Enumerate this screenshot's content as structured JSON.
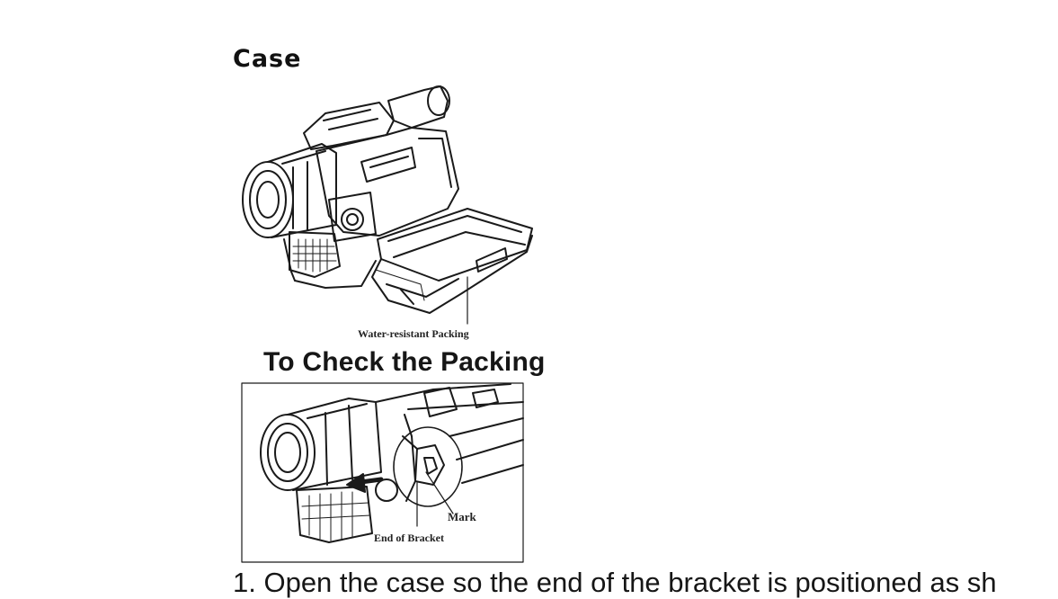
{
  "heading": "Case",
  "figure1": {
    "callout": "Water-resistant Packing"
  },
  "subheading": "To Check the Packing",
  "figure2": {
    "callout_mark": "Mark",
    "callout_bracket": "End of Bracket"
  },
  "step1": "1. Open the case so the end of the bracket is positioned as sh"
}
